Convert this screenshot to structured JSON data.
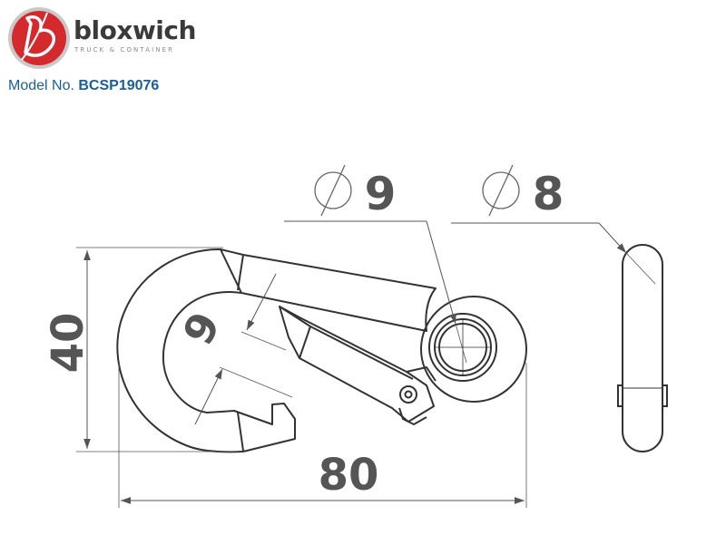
{
  "brand": {
    "name": "bloxwich",
    "tagline": "TRUCK & CONTAINER",
    "logo_color": "#d42a2e"
  },
  "model": {
    "label": "Model No.",
    "number": "BCSP19076",
    "color": "#1a5e9a"
  },
  "dimensions": {
    "width": "80",
    "height": "40",
    "opening": "9",
    "eye_diameter": "9",
    "wire_diameter": "8"
  }
}
